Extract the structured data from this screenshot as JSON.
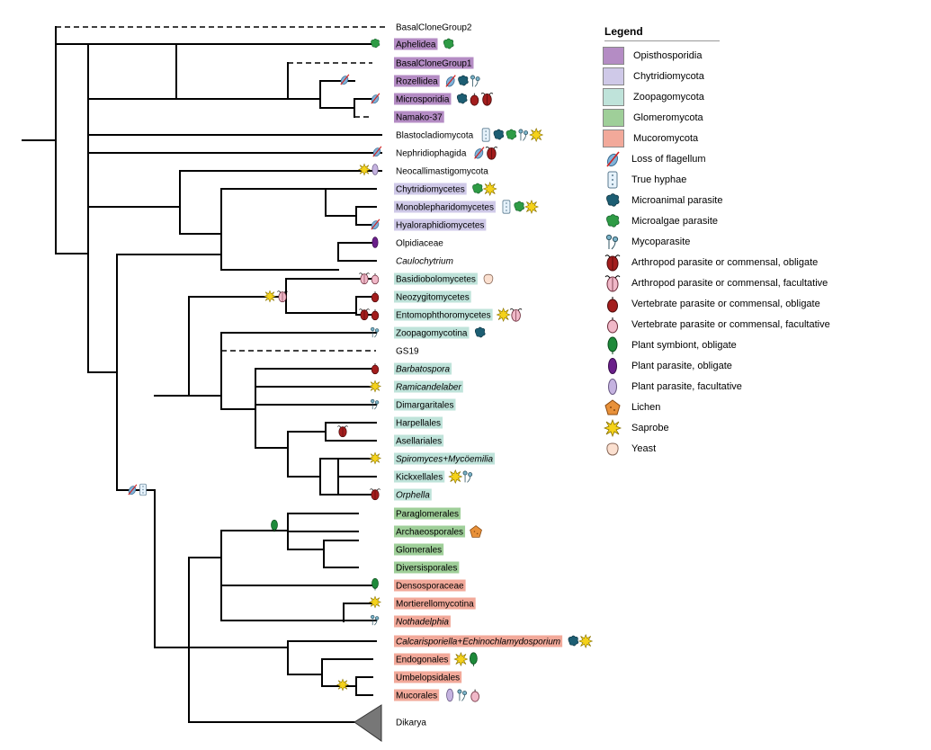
{
  "legend": {
    "title": "Legend",
    "groups": [
      {
        "label": "Opisthosporidia",
        "color": "#b48cc4"
      },
      {
        "label": "Chytridiomycota",
        "color": "#cfc9e8"
      },
      {
        "label": "Zoopagomycota",
        "color": "#bfe3da"
      },
      {
        "label": "Glomeromycota",
        "color": "#9fcf99"
      },
      {
        "label": "Mucoromycota",
        "color": "#f2a99a"
      }
    ],
    "traits": [
      {
        "label": "Loss of flagellum",
        "icon": "loss-flagellum"
      },
      {
        "label": "True hyphae",
        "icon": "hyphae"
      },
      {
        "label": "Microanimal parasite",
        "icon": "microanimal"
      },
      {
        "label": "Microalgae parasite",
        "icon": "microalgae"
      },
      {
        "label": "Mycoparasite",
        "icon": "myco"
      },
      {
        "label": "Arthropod parasite or commensal, obligate",
        "icon": "arth-obl"
      },
      {
        "label": "Arthropod parasite or commensal, facultative",
        "icon": "arth-fac"
      },
      {
        "label": "Vertebrate parasite or commensal, obligate",
        "icon": "vert-obl"
      },
      {
        "label": "Vertebrate parasite or commensal, facultative",
        "icon": "vert-fac"
      },
      {
        "label": "Plant symbiont, obligate",
        "icon": "plant-sym"
      },
      {
        "label": "Plant parasite, obligate",
        "icon": "plant-obl"
      },
      {
        "label": "Plant parasite, facultative",
        "icon": "plant-fac"
      },
      {
        "label": "Lichen",
        "icon": "lichen"
      },
      {
        "label": "Saprobe",
        "icon": "saprobe"
      },
      {
        "label": "Yeast",
        "icon": "yeast"
      }
    ]
  },
  "taxa": [
    {
      "label": "BasalCloneGroup2",
      "group": null,
      "italic": false
    },
    {
      "label": "Aphelidea",
      "group": "Opisthosporidia",
      "italic": false
    },
    {
      "label": "BasalCloneGroup1",
      "group": "Opisthosporidia",
      "italic": false
    },
    {
      "label": "Rozellidea",
      "group": "Opisthosporidia",
      "italic": false
    },
    {
      "label": "Microsporidia",
      "group": "Opisthosporidia",
      "italic": false
    },
    {
      "label": "Namako-37",
      "group": "Opisthosporidia",
      "italic": false
    },
    {
      "label": "Blastocladiomycota",
      "group": null,
      "italic": false
    },
    {
      "label": "Nephridiophagida",
      "group": null,
      "italic": false
    },
    {
      "label": "Neocallimastigomycota",
      "group": null,
      "italic": false
    },
    {
      "label": "Chytridiomycetes",
      "group": "Chytridiomycota",
      "italic": false
    },
    {
      "label": "Monoblepharidomycetes",
      "group": "Chytridiomycota",
      "italic": false
    },
    {
      "label": "Hyaloraphidiomycetes",
      "group": "Chytridiomycota",
      "italic": false
    },
    {
      "label": "Olpidiaceae",
      "group": null,
      "italic": false
    },
    {
      "label": "Caulochytrium",
      "group": null,
      "italic": true
    },
    {
      "label": "Basidiobolomycetes",
      "group": "Zoopagomycota",
      "italic": false
    },
    {
      "label": "Neozygitomycetes",
      "group": "Zoopagomycota",
      "italic": false
    },
    {
      "label": "Entomophthoromycetes",
      "group": "Zoopagomycota",
      "italic": false
    },
    {
      "label": "Zoopagomycotina",
      "group": "Zoopagomycota",
      "italic": false
    },
    {
      "label": "GS19",
      "group": null,
      "italic": false
    },
    {
      "label": "Barbatospora",
      "group": "Zoopagomycota",
      "italic": true
    },
    {
      "label": "Ramicandelaber",
      "group": "Zoopagomycota",
      "italic": true
    },
    {
      "label": "Dimargaritales",
      "group": "Zoopagomycota",
      "italic": false
    },
    {
      "label": "Harpellales",
      "group": "Zoopagomycota",
      "italic": false
    },
    {
      "label": "Asellariales",
      "group": "Zoopagomycota",
      "italic": false
    },
    {
      "label": "Spiromyces+Mycöemilia",
      "group": "Zoopagomycota",
      "italic": true
    },
    {
      "label": "Kickxellales",
      "group": "Zoopagomycota",
      "italic": false
    },
    {
      "label": "Orphella",
      "group": "Zoopagomycota",
      "italic": true
    },
    {
      "label": "Paraglomerales",
      "group": "Glomeromycota",
      "italic": false
    },
    {
      "label": "Archaeosporales",
      "group": "Glomeromycota",
      "italic": false
    },
    {
      "label": "Glomerales",
      "group": "Glomeromycota",
      "italic": false
    },
    {
      "label": "Diversisporales",
      "group": "Glomeromycota",
      "italic": false
    },
    {
      "label": "Densosporaceae",
      "group": "Mucoromycota",
      "italic": false
    },
    {
      "label": "Mortierellomycotina",
      "group": "Mucoromycota",
      "italic": false
    },
    {
      "label": "Nothadelphia",
      "group": "Mucoromycota",
      "italic": true
    },
    {
      "label": "Calcarisporiella+Echinochlamydosporium",
      "group": "Mucoromycota",
      "italic": true
    },
    {
      "label": "Endogonales",
      "group": "Mucoromycota",
      "italic": false
    },
    {
      "label": "Umbelopsidales",
      "group": "Mucoromycota",
      "italic": false
    },
    {
      "label": "Mucorales",
      "group": "Mucoromycota",
      "italic": false
    },
    {
      "label": "Dikarya",
      "group": null,
      "italic": false
    }
  ],
  "tip_traits": [
    [],
    [
      "microalgae"
    ],
    [],
    [
      "loss-flagellum",
      "microanimal",
      "myco"
    ],
    [
      "microanimal",
      "vert-obl",
      "arth-obl"
    ],
    [],
    [
      "hyphae",
      "microanimal",
      "microalgae",
      "myco",
      "saprobe"
    ],
    [
      "loss-flagellum",
      "arth-obl"
    ],
    [],
    [
      "microalgae",
      "saprobe"
    ],
    [
      "hyphae",
      "microalgae",
      "saprobe"
    ],
    [],
    [],
    [],
    [
      "yeast"
    ],
    [],
    [
      "saprobe",
      "arth-fac"
    ],
    [
      "microanimal"
    ],
    [],
    [],
    [],
    [],
    [],
    [],
    [],
    [
      "saprobe",
      "myco"
    ],
    [],
    [],
    [
      "lichen"
    ],
    [],
    [],
    [],
    [],
    [],
    [
      "microanimal",
      "saprobe"
    ],
    [
      "saprobe",
      "plant-sym"
    ],
    [],
    [
      "plant-fac",
      "myco",
      "vert-fac"
    ],
    []
  ]
}
